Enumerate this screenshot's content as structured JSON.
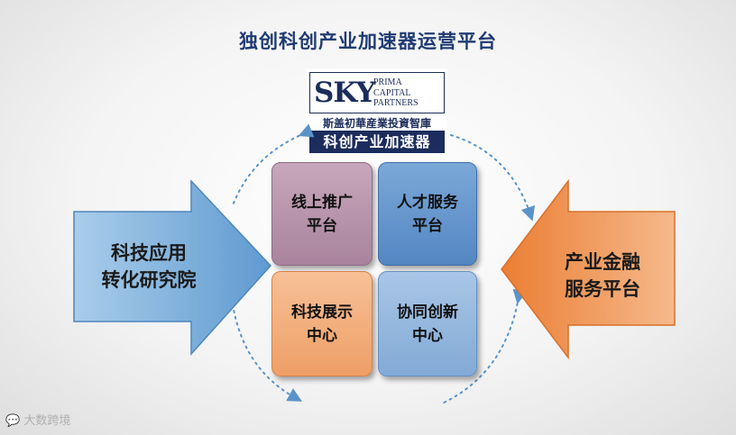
{
  "title": "独创科创产业加速器运营平台",
  "logo": {
    "mark": "SKY",
    "sub_lines": [
      "PRIMA",
      "CAPITAL",
      "PARTNERS"
    ],
    "cn_line": "斯盖初華産業投資智庫",
    "band": "科创产业加速器"
  },
  "left_arrow": {
    "lines": [
      "科技应用",
      "转化研究院"
    ],
    "color": "#6fa8d6"
  },
  "right_arrow": {
    "lines": [
      "产业金融",
      "服务平台"
    ],
    "color": "#ef8f45"
  },
  "cells": [
    {
      "lines": [
        "线上推广",
        "平台"
      ],
      "color": "#b48ea6"
    },
    {
      "lines": [
        "人才服务",
        "平台"
      ],
      "color": "#5e8fc8"
    },
    {
      "lines": [
        "科技展示",
        "中心"
      ],
      "color": "#f1a874"
    },
    {
      "lines": [
        "协同创新",
        "中心"
      ],
      "color": "#8fb3dc"
    }
  ],
  "watermark": "大数跨境"
}
